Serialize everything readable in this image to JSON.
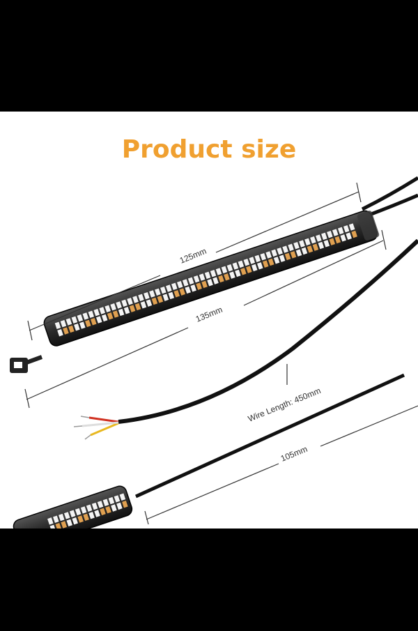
{
  "title": "Product size",
  "dimensions": {
    "strip_length": "125mm",
    "overall_length": "135mm",
    "wire_length": "Wire Length: 450mm",
    "tie_length": "105mm"
  },
  "colors": {
    "title": "#f0a030",
    "background_bars": "#000000",
    "panel": "#ffffff",
    "housing": "#2a2a2a",
    "led_white": "#f4f4f4",
    "led_amber": "#e0a050",
    "wire_red": "#d03020",
    "wire_yellow": "#e8b820",
    "wire_white": "#eeeeee"
  }
}
